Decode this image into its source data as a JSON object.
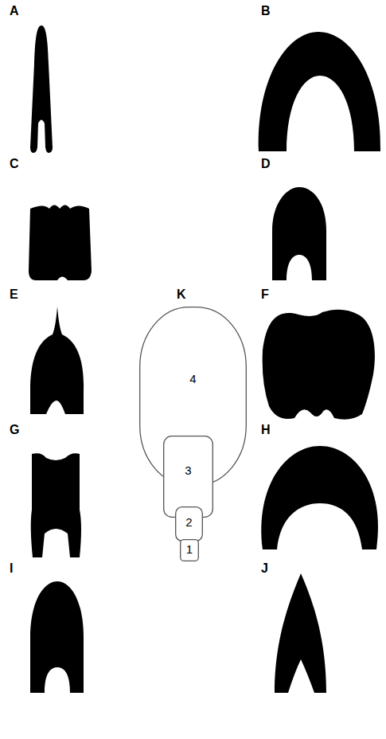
{
  "diagram": {
    "nodes": [
      {
        "text": [
          "4"
        ]
      },
      {
        "text": [
          "3"
        ]
      },
      {
        "text": [
          "2"
        ]
      },
      {
        "text": [
          "1"
        ]
      }
    ],
    "labels": [
      "A",
      "B",
      "C",
      "D",
      "E",
      "K",
      "F",
      "G",
      "H",
      "I",
      "J"
    ]
  }
}
